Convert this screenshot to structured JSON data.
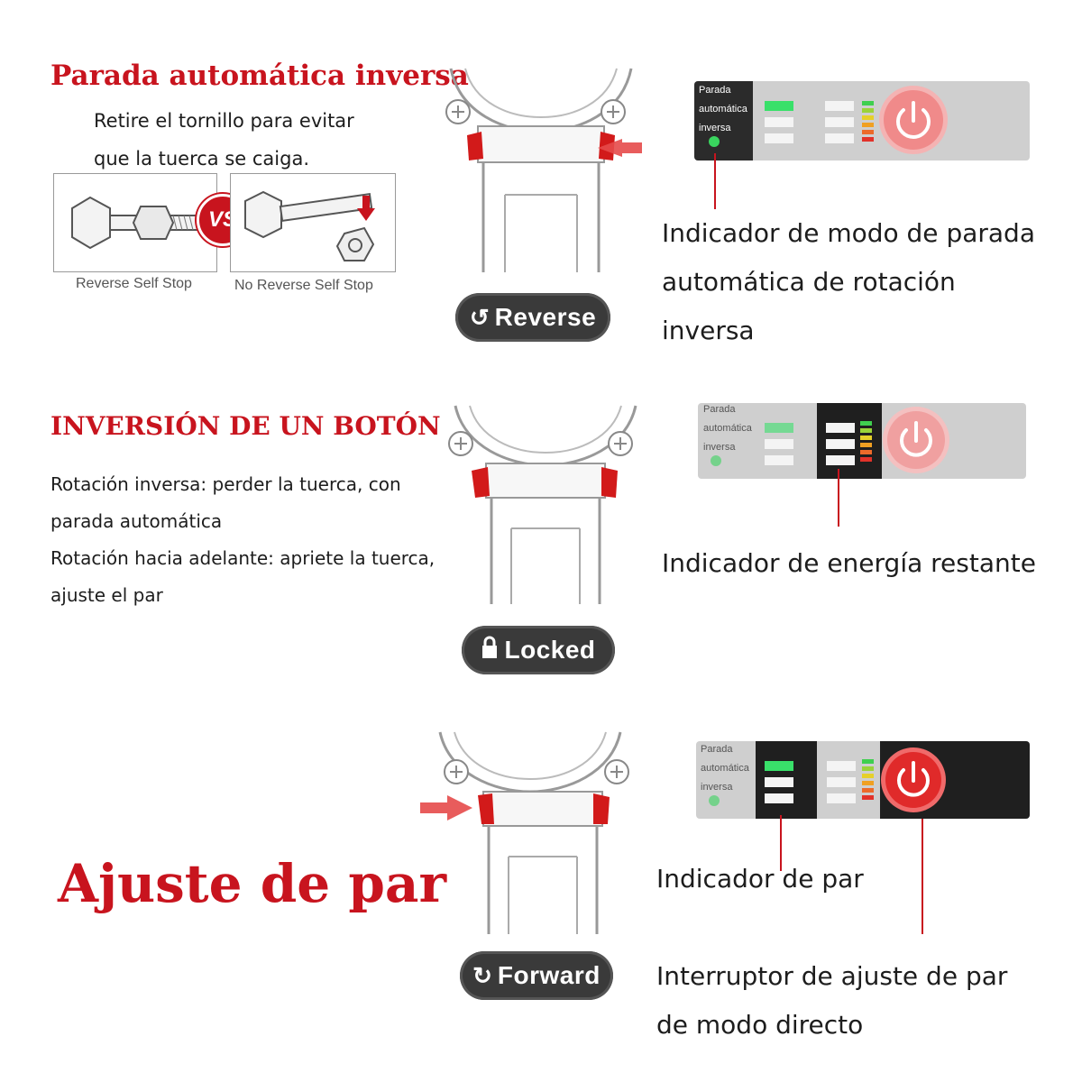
{
  "section1": {
    "title": "Parada automática inversa",
    "desc_line1": "Retire el tornillo para evitar",
    "desc_line2": "que la tuerca se caiga.",
    "vs_label": "VS",
    "caption_left": "Reverse Self Stop",
    "caption_right": "No Reverse Self Stop",
    "mode_button": "Reverse",
    "mode_icon": "counterclockwise-arrow-icon",
    "panel_label": [
      "Parada",
      "automática",
      "inversa"
    ],
    "callout_lines": [
      "Indicador de modo de parada",
      "automática de rotación",
      "inversa"
    ]
  },
  "section2": {
    "title": "INVERSIÓN DE UN BOTÓN",
    "desc_lines": [
      "Rotación inversa: perder la tuerca, con",
      "parada automática",
      "Rotación hacia adelante: apriete la tuerca,",
      "ajuste el par"
    ],
    "mode_button": "Locked",
    "mode_icon": "lock-icon",
    "panel_label": [
      "Parada",
      "automática",
      "inversa"
    ],
    "callout": "Indicador de energía restante"
  },
  "section3": {
    "title": "Ajuste de par",
    "mode_button": "Forward",
    "mode_icon": "clockwise-arrow-icon",
    "panel_label": [
      "Parada",
      "automática",
      "inversa"
    ],
    "callout_torque": "Indicador de par",
    "callout_switch_lines": [
      "Interruptor de ajuste de par",
      "de modo directo"
    ]
  },
  "colors": {
    "accent_red": "#c8141e",
    "panel_dark": "#2b2b2b",
    "panel_grey": "#cfcfcf",
    "indicator_green": "#39e06a"
  }
}
